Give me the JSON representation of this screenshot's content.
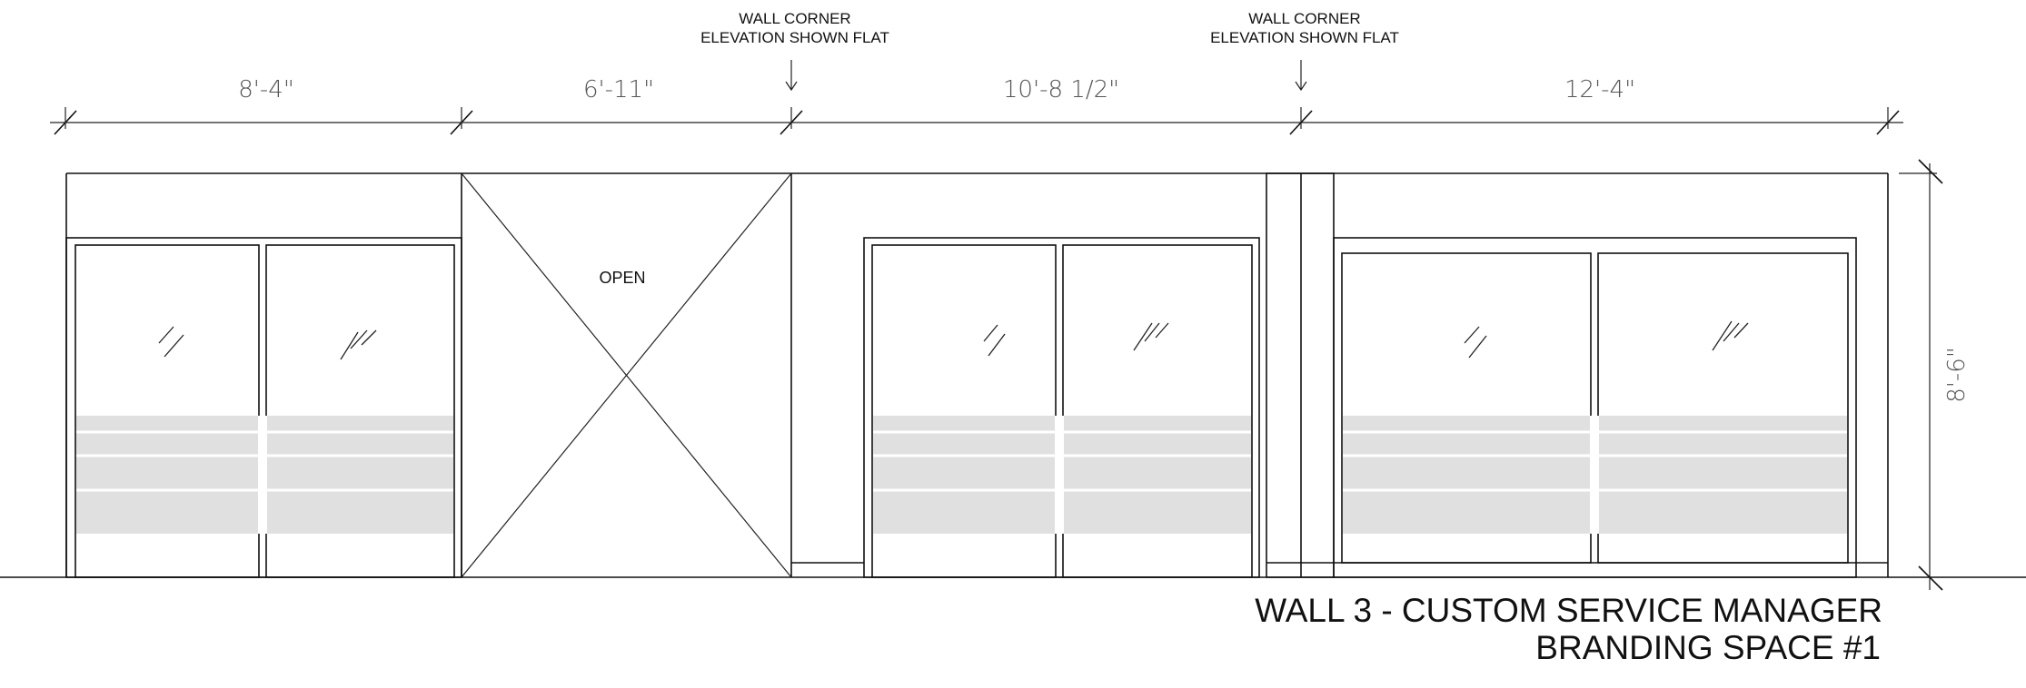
{
  "drawing": {
    "dimensions": [
      "8'-4\"",
      "6'-11\"",
      "10'-8 1/2\"",
      "12'-4\""
    ],
    "height_dimension": "8'-6\"",
    "wall_corner_notes": [
      {
        "line1": "WALL CORNER",
        "line2": "ELEVATION SHOWN FLAT"
      },
      {
        "line1": "WALL CORNER",
        "line2": "ELEVATION SHOWN FLAT"
      }
    ],
    "open_label": "OPEN",
    "title_line1": "WALL 3 - CUSTOM SERVICE MANAGER",
    "title_line2": "BRANDING SPACE #1"
  }
}
